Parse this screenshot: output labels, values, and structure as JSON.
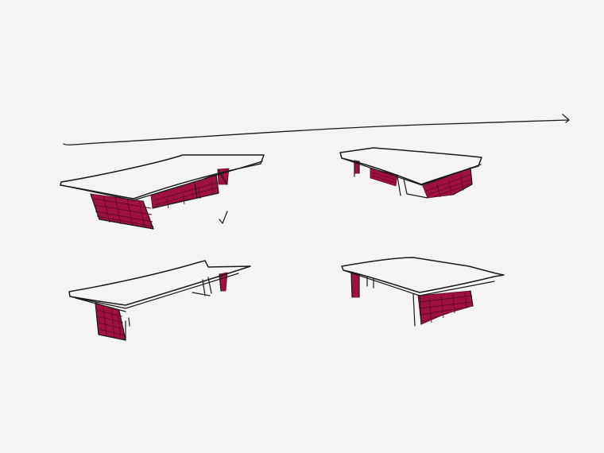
{
  "sketch": {
    "background": "#f4f4f4",
    "ink_color": "#1a1a1a",
    "accent_color": "#a0113f",
    "hatch_color": "#5e0a26",
    "tables": [
      {
        "name": "table-sketch-top-left",
        "view": "front-right"
      },
      {
        "name": "table-sketch-top-right",
        "view": "front-left"
      },
      {
        "name": "table-sketch-bottom-left",
        "view": "low-left"
      },
      {
        "name": "table-sketch-bottom-right",
        "view": "low-right"
      }
    ]
  }
}
